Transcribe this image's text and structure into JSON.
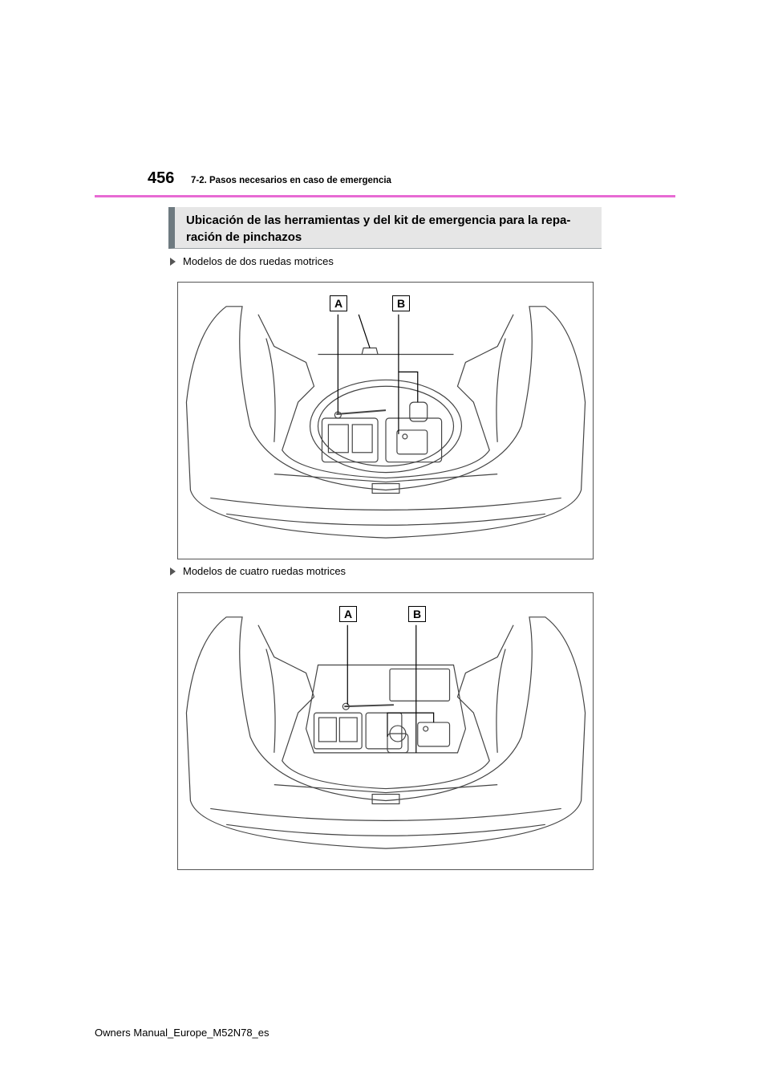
{
  "header": {
    "page_number": "456",
    "section": "7-2. Pasos necesarios en caso de emergencia",
    "accent_color": "#e86bd4"
  },
  "heading": {
    "line1": "Ubicación de las herramientas y del kit de emergencia para la repa-",
    "line2": "ración de pinchazos"
  },
  "sections": [
    {
      "bullet": "Modelos de dos ruedas motrices",
      "callouts": [
        "A",
        "B"
      ]
    },
    {
      "bullet": "Modelos de cuatro ruedas motrices",
      "callouts": [
        "A",
        "B"
      ]
    }
  ],
  "footer": {
    "text": "Owners Manual_Europe_M52N78_es"
  }
}
